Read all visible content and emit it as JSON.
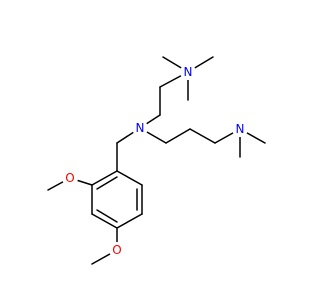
{
  "structure": {
    "atoms": [
      {
        "id": "n_top",
        "symbol": "N",
        "color": "#0000ff"
      },
      {
        "id": "n_center",
        "symbol": "N",
        "color": "#0000ff"
      },
      {
        "id": "n_right",
        "symbol": "N",
        "color": "#0000ff"
      },
      {
        "id": "o_left",
        "symbol": "O",
        "color": "#ff0000"
      },
      {
        "id": "o_bottom",
        "symbol": "O",
        "color": "#ff0000"
      }
    ],
    "bond_color": "#000000"
  }
}
